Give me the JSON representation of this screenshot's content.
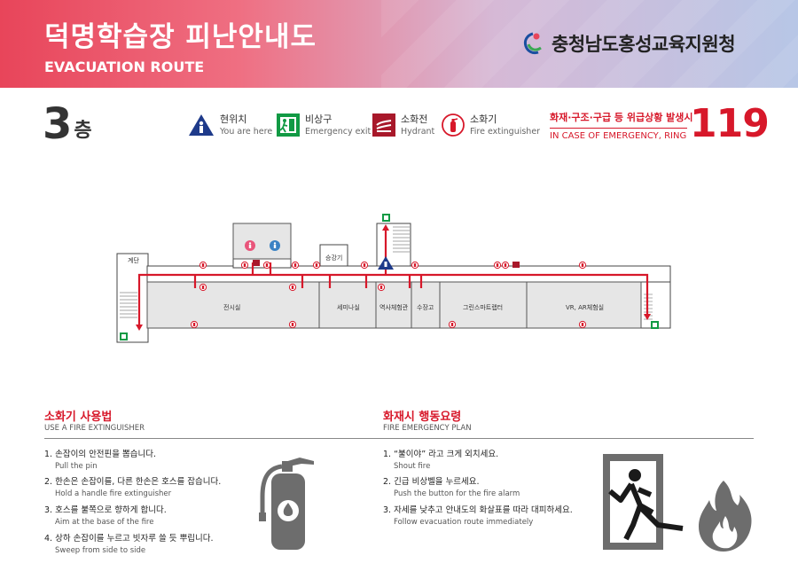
{
  "header": {
    "title_kr": "덕명학습장 피난안내도",
    "title_en": "EVACUATION ROUTE",
    "org_name": "충청남도홍성교육지원청"
  },
  "floor": {
    "number": "3",
    "unit": "층"
  },
  "legend": {
    "you_are_here": {
      "kr": "현위치",
      "en": "You are here"
    },
    "emergency_exit": {
      "kr": "비상구",
      "en": "Emergency exit"
    },
    "hydrant": {
      "kr": "소화전",
      "en": "Hydrant"
    },
    "extinguisher": {
      "kr": "소화기",
      "en": "Fire extinguisher"
    }
  },
  "emergency": {
    "kr": "화재·구조·구급 등 위급상황 발생시",
    "en": "IN CASE OF EMERGENCY, RING",
    "number": "119"
  },
  "rooms": {
    "stairs": "계단",
    "lift": "승강기",
    "exhibition": "전시실",
    "seminar": "세미나실",
    "history": "역사체험관",
    "storage": "수장고",
    "green_smart": "그린스마트랩터",
    "vr_ar": "VR, AR체험실"
  },
  "colors": {
    "route": "#d7182a",
    "exit_green": "#119a44",
    "here_blue": "#1e3a8a",
    "female": "#e9557b",
    "male": "#3b82c4"
  },
  "extinguisher_guide": {
    "title": "소화기 사용법",
    "subtitle": "USE A FIRE EXTINGUISHER",
    "steps": [
      {
        "kr": "1. 손잡이의 안전핀을 뽑습니다.",
        "en": "Pull the pin"
      },
      {
        "kr": "2. 한손은 손잡이를, 다른 한손은 호스를 잡습니다.",
        "en": "Hold a handle fire extinguisher"
      },
      {
        "kr": "3. 호스를 불쪽으로 향하게 합니다.",
        "en": "Aim at the base of the fire"
      },
      {
        "kr": "4. 상하 손잡이를 누르고 빗자루 쓸 듯 뿌립니다.",
        "en": "Sweep from side to side"
      }
    ]
  },
  "fire_plan": {
    "title": "화재시 행동요령",
    "subtitle": "FIRE EMERGENCY PLAN",
    "steps": [
      {
        "kr": "1. “불이야” 라고 크게 외치세요.",
        "en": "Shout fire"
      },
      {
        "kr": "2. 긴급 비상벨을 누르세요.",
        "en": "Push the button for the fire alarm"
      },
      {
        "kr": "3. 자세를 낮추고 안내도의 화살표를 따라 대피하세요.",
        "en": "Follow evacuation route immediately"
      }
    ]
  }
}
